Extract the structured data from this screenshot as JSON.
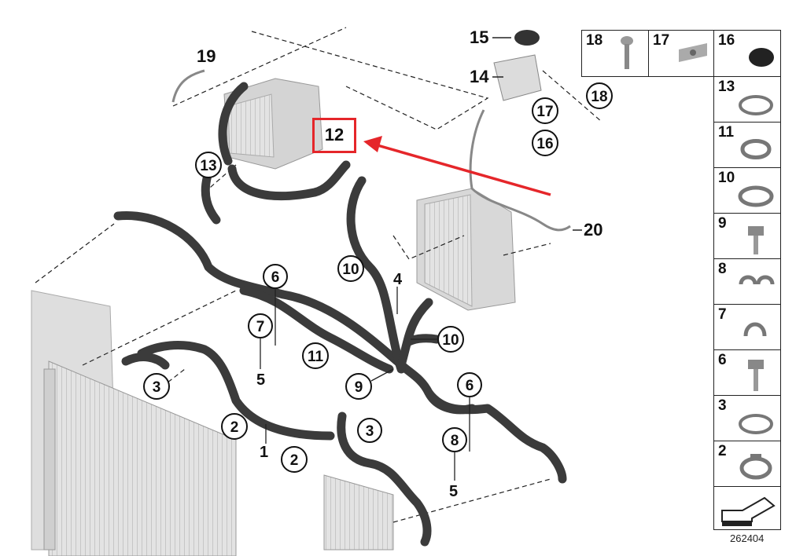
{
  "diagram": {
    "reference_code": "262404",
    "highlight_label": "12",
    "callouts_plain": [
      "19",
      "15",
      "14",
      "20",
      "4",
      "1",
      "5",
      "5"
    ],
    "callouts_circled": [
      "13",
      "18",
      "17",
      "16",
      "10",
      "6",
      "7",
      "11",
      "10",
      "9",
      "3",
      "6",
      "2",
      "3",
      "8",
      "2"
    ],
    "side_panel": {
      "top_row": [
        "18",
        "17",
        "16"
      ],
      "column": [
        "13",
        "11",
        "10",
        "9",
        "8",
        "7",
        "6",
        "3",
        "2"
      ]
    },
    "colors": {
      "highlight": "#e5262a",
      "arrow": "#e5262a",
      "hose": "#3b3b3b",
      "part_gray": "#cfcfcf"
    }
  }
}
